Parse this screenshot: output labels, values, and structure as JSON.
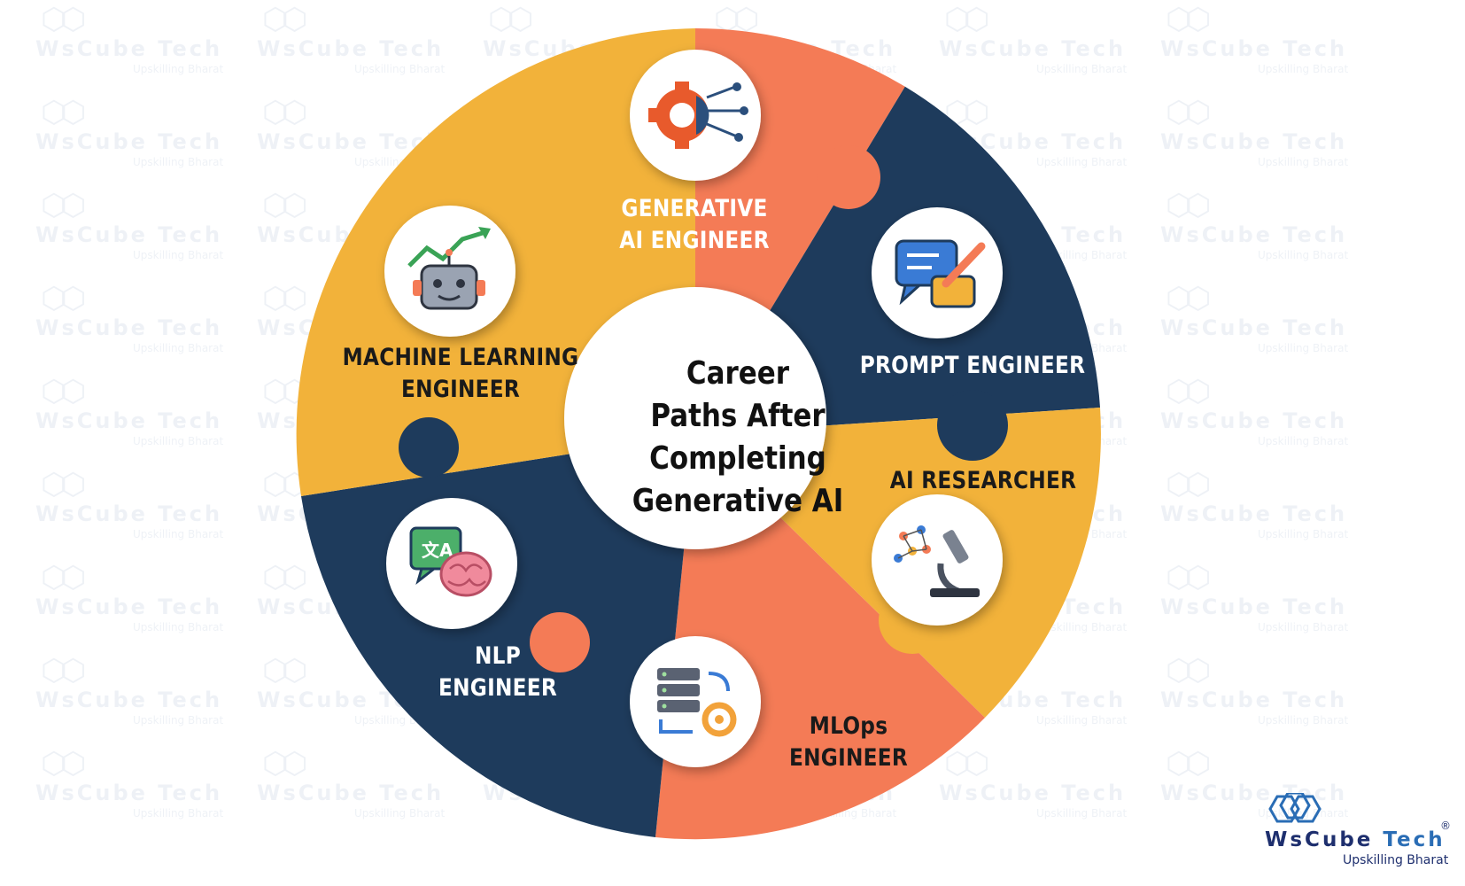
{
  "center_title": [
    "Career",
    "Paths After",
    "Completing",
    "Generative AI"
  ],
  "segments": [
    {
      "id": "gen",
      "label_lines": [
        "GENERATIVE",
        "AI ENGINEER"
      ],
      "icon": "gear-circuit-icon",
      "color": "#f47b56"
    },
    {
      "id": "prompt",
      "label_lines": [
        "PROMPT ENGINEER"
      ],
      "icon": "chat-pencil-icon",
      "color": "#1e3b5c"
    },
    {
      "id": "research",
      "label_lines": [
        "AI RESEARCHER"
      ],
      "icon": "microscope-network-icon",
      "color": "#f2b23a"
    },
    {
      "id": "mlops",
      "label_lines": [
        "MLOps",
        "ENGINEER"
      ],
      "icon": "server-gear-icon",
      "color": "#f47b56"
    },
    {
      "id": "nlp",
      "label_lines": [
        "NLP",
        "ENGINEER"
      ],
      "icon": "translate-brain-icon",
      "color": "#1e3b5c"
    },
    {
      "id": "ml",
      "label_lines": [
        "MACHINE LEARNING",
        "ENGINEER"
      ],
      "icon": "robot-chart-icon",
      "color": "#f2b23a"
    }
  ],
  "brand": {
    "name_part1": "WsCube",
    "name_part2": "Tech",
    "tagline": "Upskilling Bharat",
    "registered": "®"
  },
  "watermark": {
    "name": "WsCube Tech",
    "tagline": "Upskilling Bharat"
  }
}
